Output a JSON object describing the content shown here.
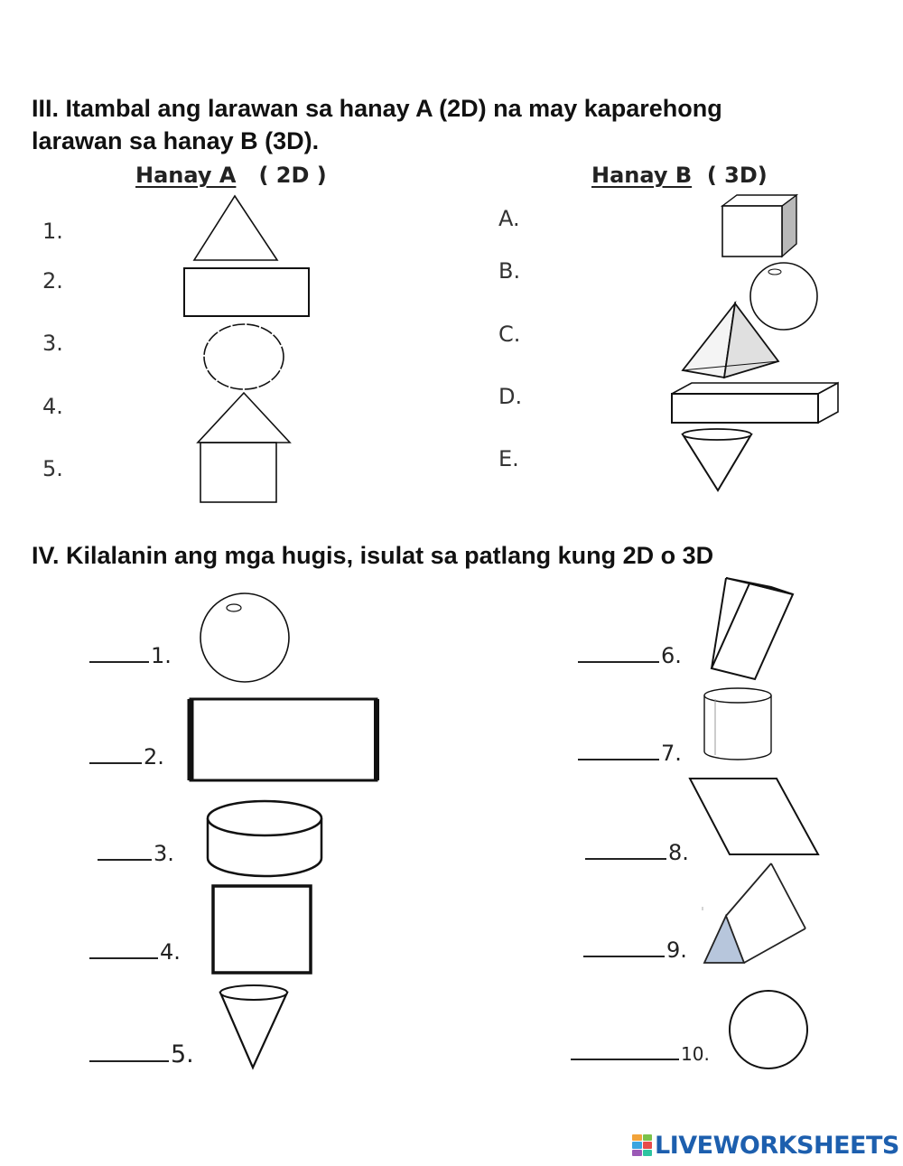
{
  "section3": {
    "title_line1": "III. Itambal ang larawan sa hanay A (2D) na may kaparehong",
    "title_line2": "larawan sa hanay B (3D).",
    "col_a": {
      "name": "Hanay A",
      "tag": "( 2D )"
    },
    "col_b": {
      "name": "Hanay B",
      "tag": "( 3D)"
    },
    "a_numbers": [
      "1.",
      "2.",
      "3.",
      "4.",
      "5."
    ],
    "b_letters": [
      "A.",
      "B.",
      "C.",
      "D.",
      "E."
    ],
    "a_shapes": [
      "triangle-icon",
      "rectangle-icon",
      "circle-icon",
      "house-pentagon-icon",
      "square-icon"
    ],
    "b_shapes": [
      "cube-icon",
      "sphere-icon",
      "pyramid-icon",
      "rectangular-prism-icon",
      "cone-icon"
    ]
  },
  "section4": {
    "title": "IV. Kilalanin ang mga hugis, isulat sa patlang kung 2D o 3D",
    "left_items": [
      "1.",
      "2.",
      "3.",
      "4.",
      "5."
    ],
    "right_items": [
      "6.",
      "7.",
      "8.",
      "9.",
      "10."
    ],
    "left_shapes": [
      "sphere-icon",
      "rectangle-icon",
      "cylinder-icon",
      "square-icon",
      "cone-icon"
    ],
    "right_shapes": [
      "rectangular-prism-icon",
      "cylinder-icon",
      "parallelogram-icon",
      "triangular-prism-icon",
      "circle-icon"
    ]
  },
  "footer": {
    "logo_text": "LIVEWORKSHEETS"
  },
  "colors": {
    "text": "#111111",
    "logo_blue": "#1d5fae",
    "prism_shade": "#b7c6dc"
  }
}
